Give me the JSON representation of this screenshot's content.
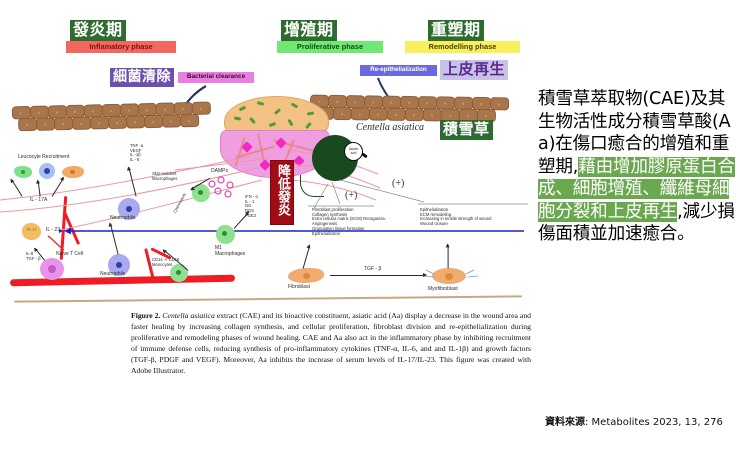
{
  "slide": {
    "background": "#ffffff"
  },
  "phases": [
    {
      "cjk": "發炎期",
      "en": "Inflamatory phase",
      "cjk_bg": "#2e6b2e",
      "cjk_fg": "#ffffff",
      "en_bg": "#f2675f",
      "en_fg": "#7a1410"
    },
    {
      "cjk": "增殖期",
      "en": "Proliferative phase",
      "cjk_bg": "#2e6b2e",
      "cjk_fg": "#ffffff",
      "en_bg": "#72e874",
      "en_fg": "#14491a"
    },
    {
      "cjk": "重塑期",
      "en": "Remodelling phase",
      "cjk_bg": "#2e6b2e",
      "cjk_fg": "#ffffff",
      "en_bg": "#f7ef5b",
      "en_fg": "#4a4207"
    }
  ],
  "process_labels": {
    "bacterial_clearance_cjk": "細菌清除",
    "bacterial_clearance_en": "Bacterial clearance",
    "bacterial_clearance_cjk_bg": "#6f4fae",
    "bacterial_clearance_en_bg": "#e97fe0",
    "reepithelialization_cjk": "上皮再生",
    "reepithelialization_en": "Re-epithelialization",
    "reepithelialization_cjk_bg": "#c9c2e8",
    "reepithelialization_cjk_fg": "#5b2a8c",
    "reepithelialization_en_bg": "#6a6ae0",
    "reepithelialization_en_fg": "#ffffff"
  },
  "plant": {
    "species_italic": "Centella asiatica",
    "cjk_name": "積雪草",
    "cjk_bg": "#2e6b2e",
    "cjk_fg": "#ffffff",
    "asiatic_acid_label": "Asiatic\nacid"
  },
  "reduce_inflammation": {
    "text": "降低發炎",
    "bg": "#a10d14",
    "fg": "#ffffff"
  },
  "diagram_text": {
    "leucocyte_recruitment": "Leucocyte Recruitment",
    "il17a": "IL - 17A",
    "il23": "IL - 23",
    "th17": "Th 17",
    "il6_tgfb": "IL-6\nTGF - β",
    "naive_t_cell": "Naive T Cell",
    "neutrophils_upper": "Neutrophils",
    "neutrophils_lower": "Neutrophils",
    "cytokines_top": "TNF -α\nVEGF\nIL -1β\nIL - 6",
    "skin_resident_macrophages": "Skin-resident\nMacrophages",
    "damps": "DAMPs",
    "chemotaxis": "Chemotaxis",
    "monocytes": "CD14 +/ CD16\nMonocytes",
    "m1_macrophages": "M1\nMacrophages",
    "m1_mediators": "IFN - α\nIL - 1\nNO\nROS\nPGE2",
    "fibroblast_effects": "Fibroblast proliferation\nCollagen synthesis\nExtra cellular matrix (ECM) Reorganiza-\nAngiogenesis\nGranulation tissue formation\nEpithelializaton",
    "myofibroblast_effects": "Epithelializaton\nECM remodeling\nIncreasing in tensile strength of wound\nWound closure",
    "fibroblast": "Fibroblast",
    "myofibroblast": "Myofibroblast",
    "tgfb_arrow": "TGF - β",
    "plus_left": "(+)",
    "plus_right": "(+)"
  },
  "caption": {
    "figure_number": "Figure 2.",
    "species": "Centella asiatica",
    "body": " extract (CAE) and its bioactive constituent, asiatic acid (Aa) display a decrease in the wound area and faster healing by increasing collagen synthesis, and cellular proliferation, fibroblast division and re-epithelialization during proliferative and remodeling phases of wound healing. CAE and Aa also act in the inflammatory phase by inhibiting recruitment of immune defense cells, reducing synthesis of pro-inflammatory cytokines (TNF-α, IL-6, and and IL-1β) and growth factors (TGF-β, PDGF and VEGF). Moreover, Aa inhibits the increase of serum levels of IL-17/IL-23. This figure was created with Adobe Illustrator."
  },
  "summary": {
    "part1": "積雪草萃取物(CAE)及其生物活性成分積雪草酸(Aa)在傷口癒合的增殖和重塑期,",
    "highlight": "藉由增加膠原蛋白合成、細胞增殖、纖維母細胞分裂和上皮再生",
    "part2": ",減少損傷面積並加速癒合。",
    "highlight_color": "#6aa84f"
  },
  "source": {
    "label": "資料來源",
    "value": ": Metabolites 2023, 13, 276"
  }
}
